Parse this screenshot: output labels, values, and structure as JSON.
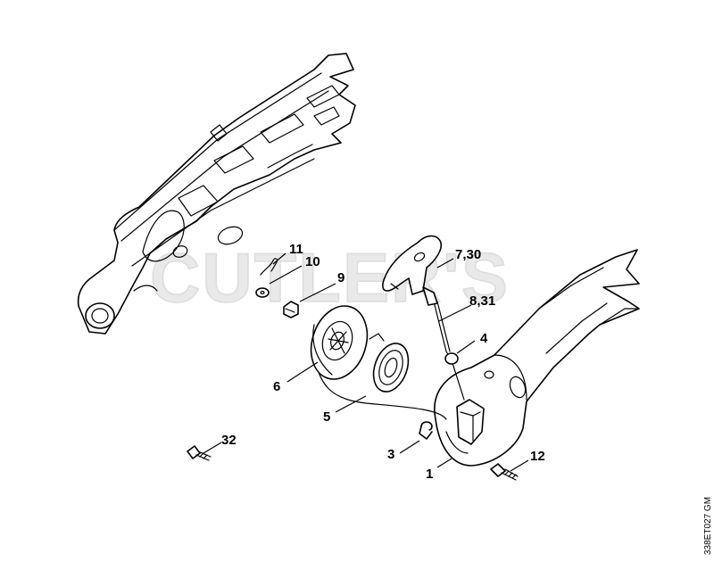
{
  "watermark": "CUTLER'S",
  "drawing_code": "338ET027 GM",
  "callouts": {
    "c1": "1",
    "c3": "3",
    "c4": "4",
    "c5": "5",
    "c6": "6",
    "c8_31": "8,31",
    "c7_30": "7,30",
    "c9": "9",
    "c10": "10",
    "c11": "11",
    "c12": "12",
    "c32": "32"
  }
}
